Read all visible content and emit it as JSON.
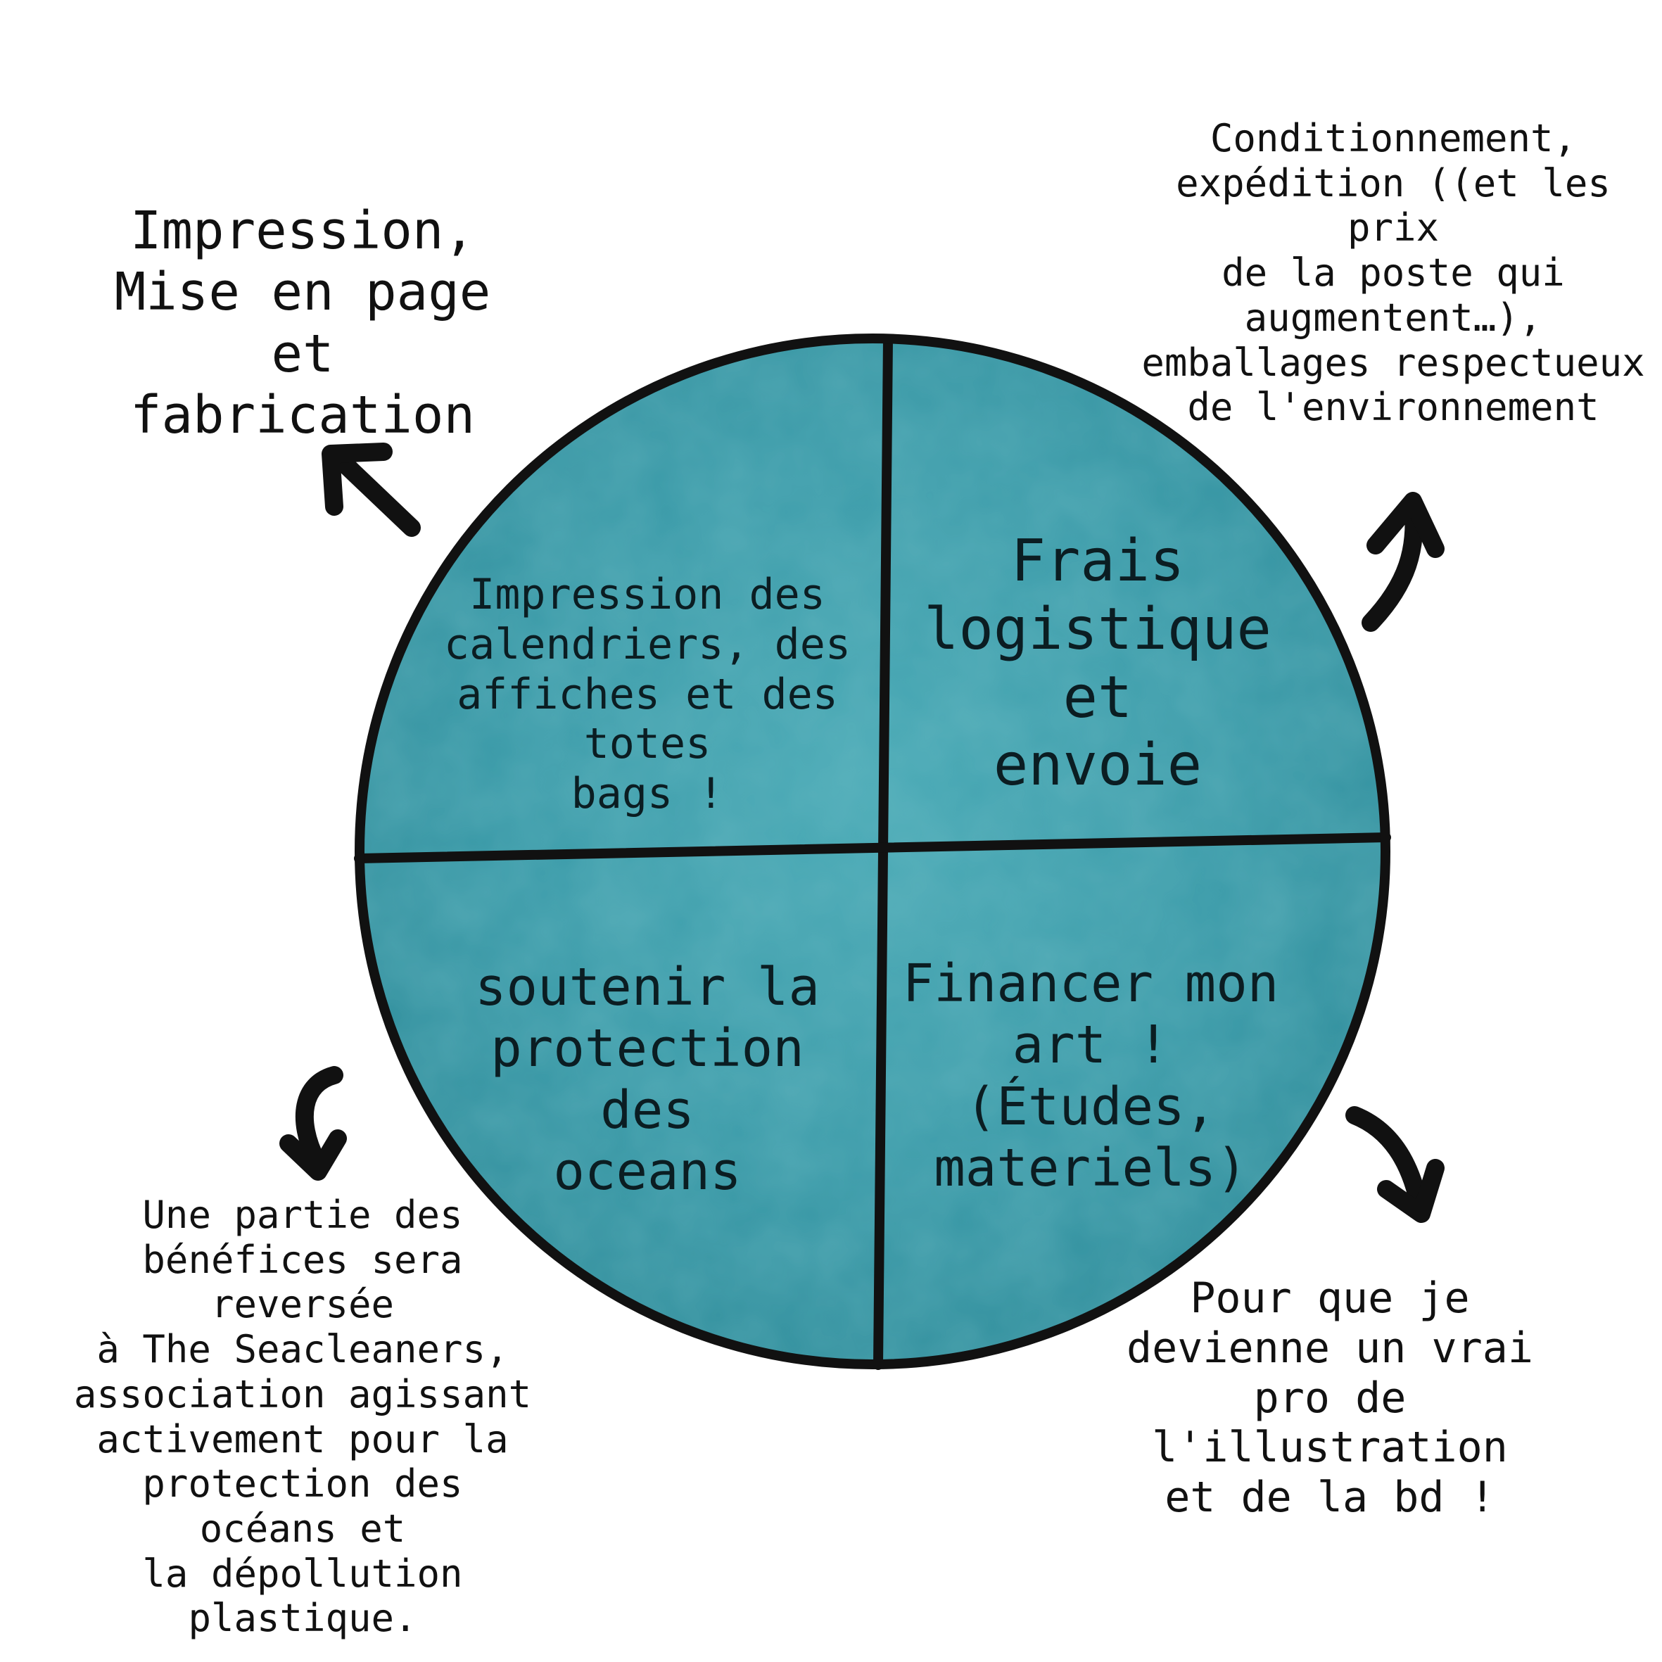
{
  "quadrants": {
    "top_left": "Impression des\ncalendriers, des\naffiches et des totes\nbags !",
    "top_right": "Frais\nlogistique et\nenvoie",
    "bottom_left": "soutenir la\nprotection des\noceans",
    "bottom_right": "Financer mon\nart ! (Études,\nmateriels)"
  },
  "annotations": {
    "top_left": "Impression,\nMise en page et\nfabrication",
    "top_right": "Conditionnement,\nexpédition ((et les prix\nde la poste qui\naugmentent…),\nemballages respectueux\nde l'environnement",
    "bottom_left": "Une partie des\nbénéfices sera reversée\nà The Seacleaners,\nassociation agissant\nactivement pour la\nprotection des océans et\nla dépollution plastique.",
    "bottom_right": "Pour que je\ndevienne un vrai\npro de l'illustration\net de la bd !"
  },
  "colors": {
    "circle_fill": "#3a9aa8",
    "circle_fill_light": "#4fb0bd",
    "outline": "#111111"
  }
}
